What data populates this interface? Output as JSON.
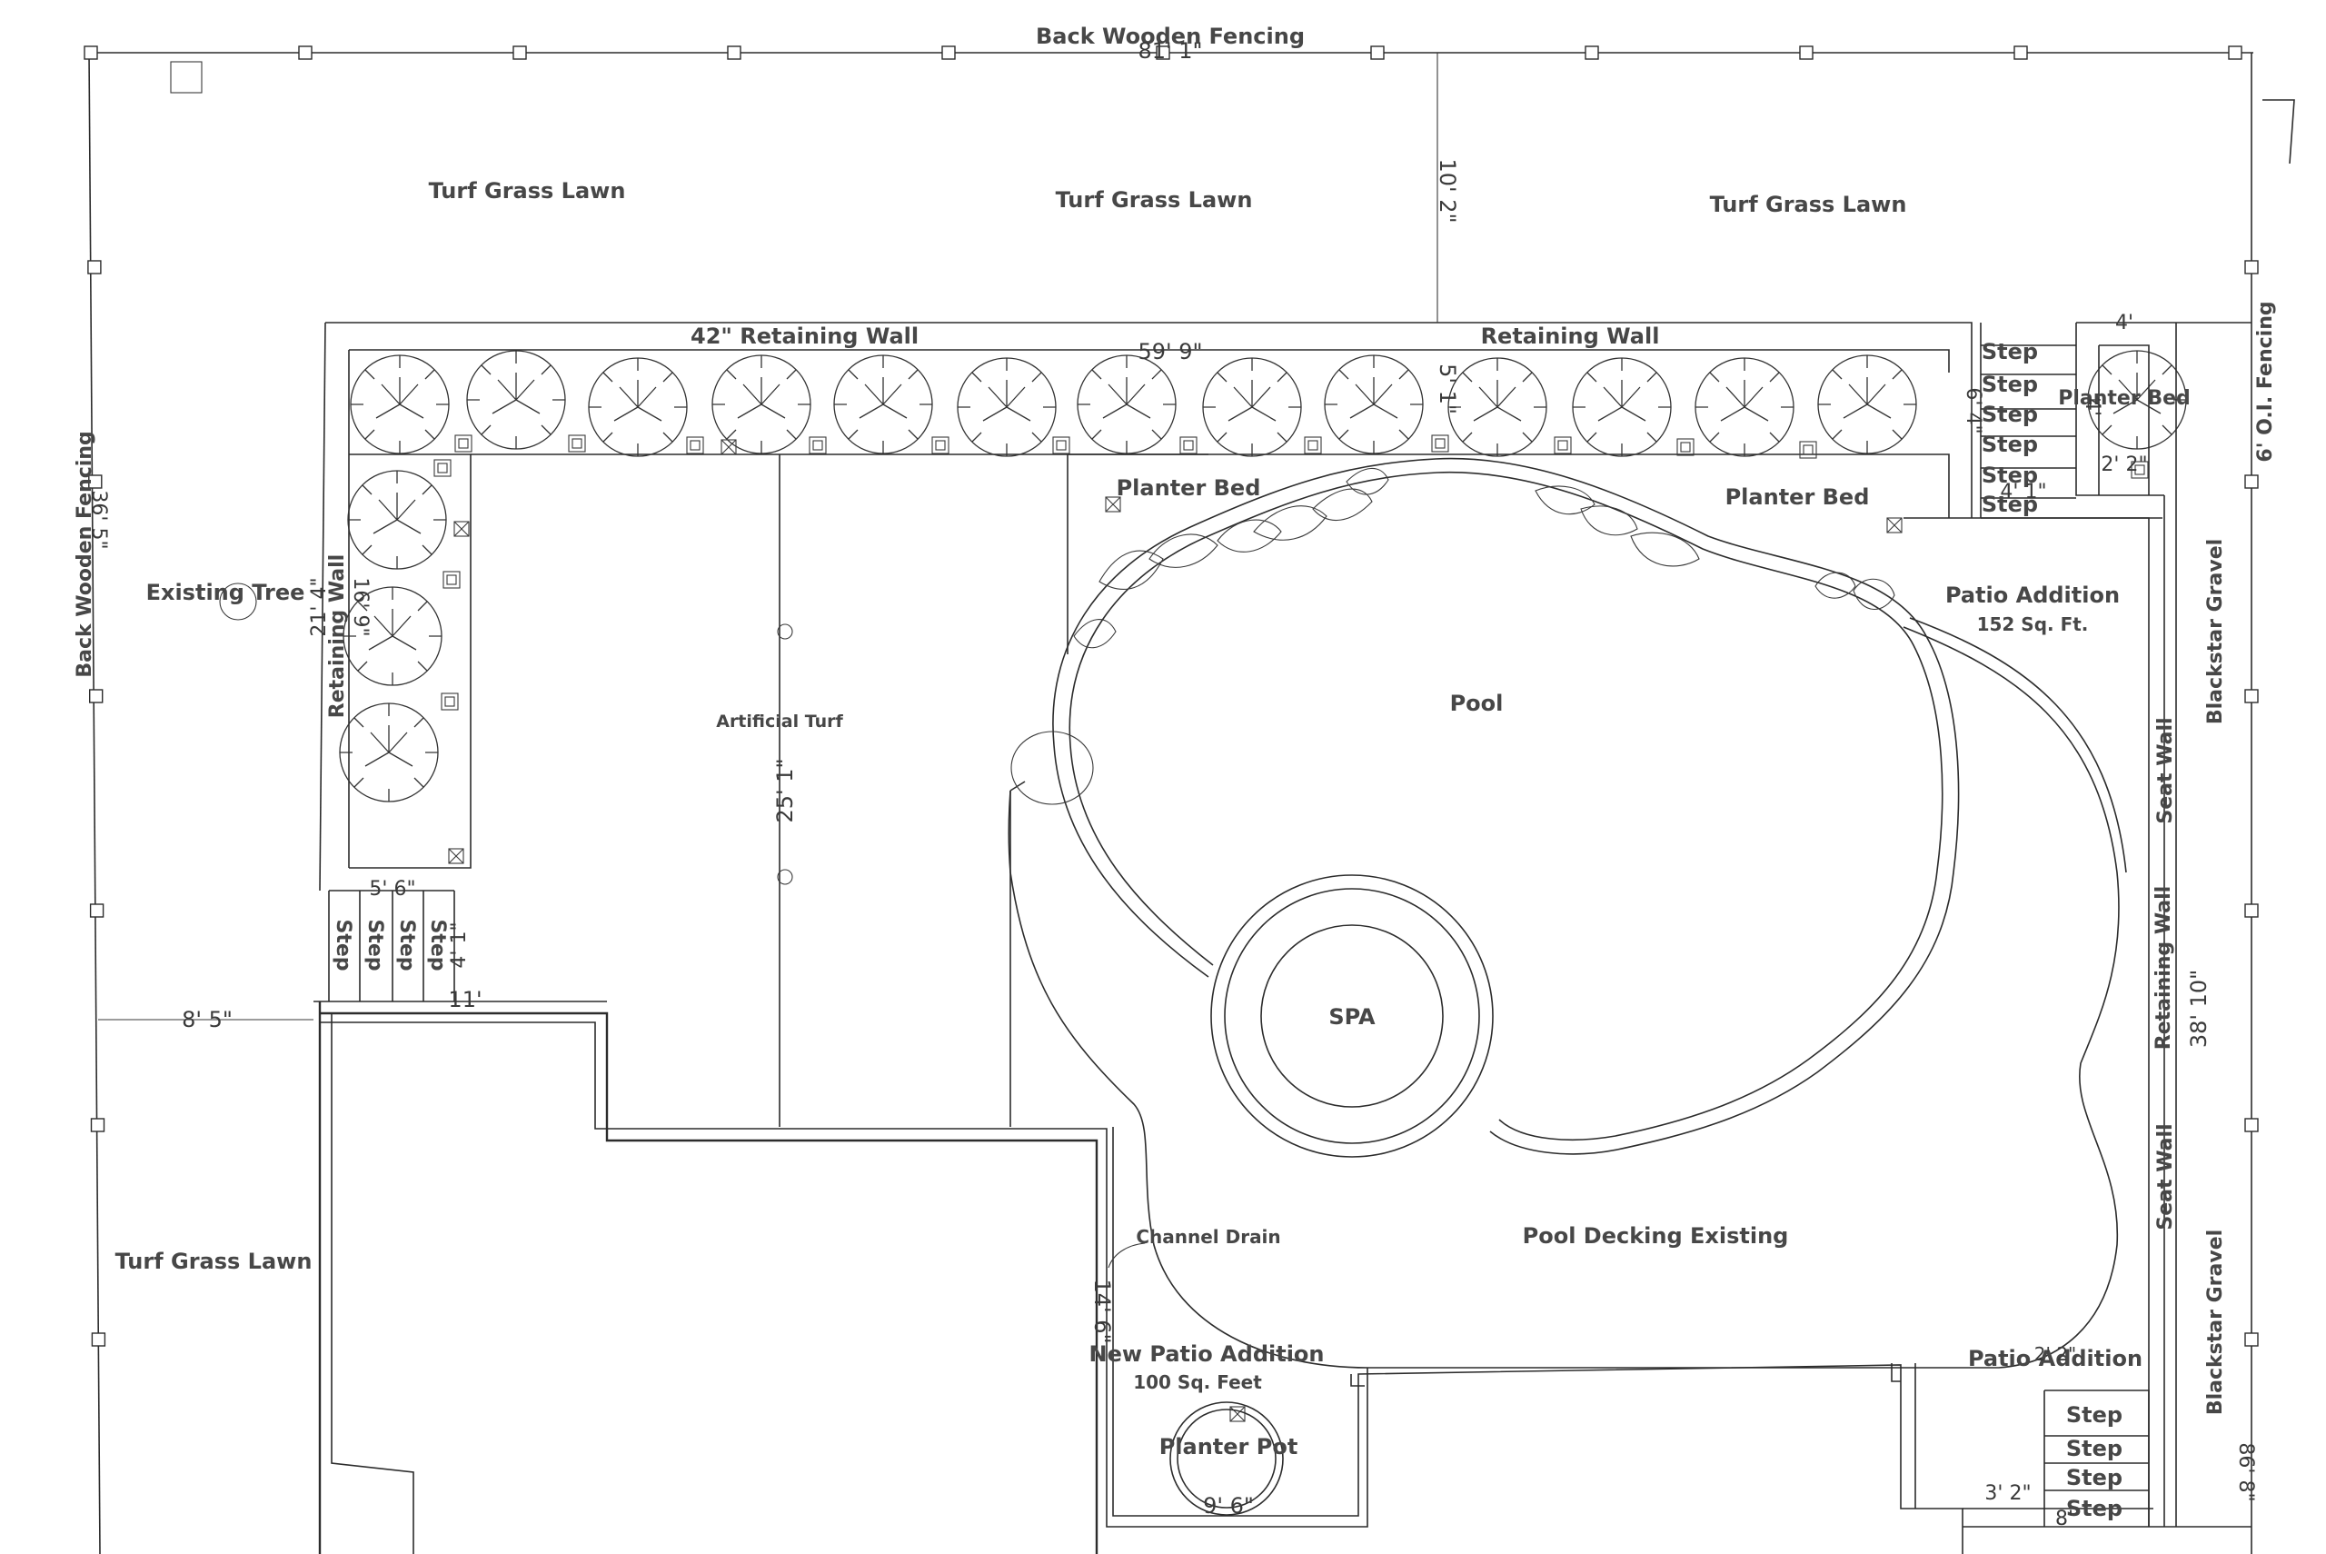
{
  "labels": {
    "back_fence_top": "Back Wooden Fencing",
    "back_fence_left": "Back Wooden Fencing",
    "right_fence": "6' O.I. Fencing",
    "turf_1": "Turf Grass Lawn",
    "turf_2": "Turf Grass Lawn",
    "turf_3": "Turf Grass Lawn",
    "turf_4": "Turf Grass Lawn",
    "retaining_wall_42": "42\" Retaining Wall",
    "retaining_wall_top": "Retaining Wall",
    "retaining_wall_left": "Retaining Wall",
    "retaining_wall_right": "Retaining Wall",
    "planter_bed_1": "Planter Bed",
    "planter_bed_2": "Planter Bed",
    "planter_bed_3": "Planter Bed",
    "existing_tree": "Existing Tree",
    "artificial_turf": "Artificial Turf",
    "pool": "Pool",
    "spa": "SPA",
    "patio_addition": "Patio Addition",
    "patio_area": "152 Sq. Ft.",
    "patio_addition_2": "Patio Addition",
    "blackstar_1": "Blackstar Gravel",
    "blackstar_2": "Blackstar Gravel",
    "seat_wall_1": "Seat Wall",
    "seat_wall_2": "Seat Wall",
    "pool_decking": "Pool Decking Existing",
    "channel_drain": "Channel Drain",
    "new_patio": "New Patio Addition",
    "new_patio_area": "100 Sq. Feet",
    "planter_pot": "Planter Pot",
    "step": "Step"
  },
  "dims": {
    "top_width": "81' 1\"",
    "top_lawn_depth": "10' 2\"",
    "wall_length": "59' 9\"",
    "planter_depth": "5' 1\"",
    "left_depth": "36' 5\"",
    "left_wall": "21' 4\"",
    "left_wall_inner": "16' 9\"",
    "turf_depth": "25' 1\"",
    "steps_width": "5' 6\"",
    "steps_depth": "4' 1\"",
    "steps_bottom": "11'",
    "left_offset": "8' 5\"",
    "drain_len": "14' 6\"",
    "pot_width": "9' 6\"",
    "right_depth": "38' 10\"",
    "right_side": "86' 8\"",
    "step_block_1": "6' 4\"",
    "step_block_2": "4' 1\"",
    "planter_small_w": "4'",
    "planter_small_h": "4'",
    "planter_small_inner": "2' 2\"",
    "step_bottom_w": "3' 2\"",
    "step_bottom_h": "8'",
    "patio2_dim": "2' 2\""
  }
}
